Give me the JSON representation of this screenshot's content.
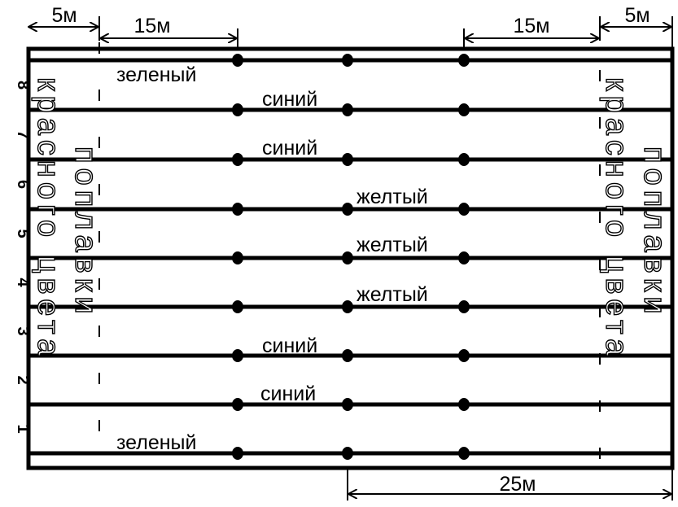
{
  "dimensions": {
    "left_edge": "5м",
    "left_span": "15м",
    "right_span": "15м",
    "right_edge": "5м",
    "bottom": "25м"
  },
  "lane_numbers": [
    "8",
    "7",
    "6",
    "5",
    "4",
    "3",
    "2",
    "1"
  ],
  "lane_rope_labels": [
    "зеленый",
    "синий",
    "синий",
    "желтый",
    "желтый",
    "желтый",
    "синий",
    "синий",
    "зеленый"
  ],
  "side_text": {
    "line1": "красного цвета",
    "line2": "поплавки"
  },
  "colors": {
    "ink": "#000000",
    "background": "#ffffff"
  }
}
